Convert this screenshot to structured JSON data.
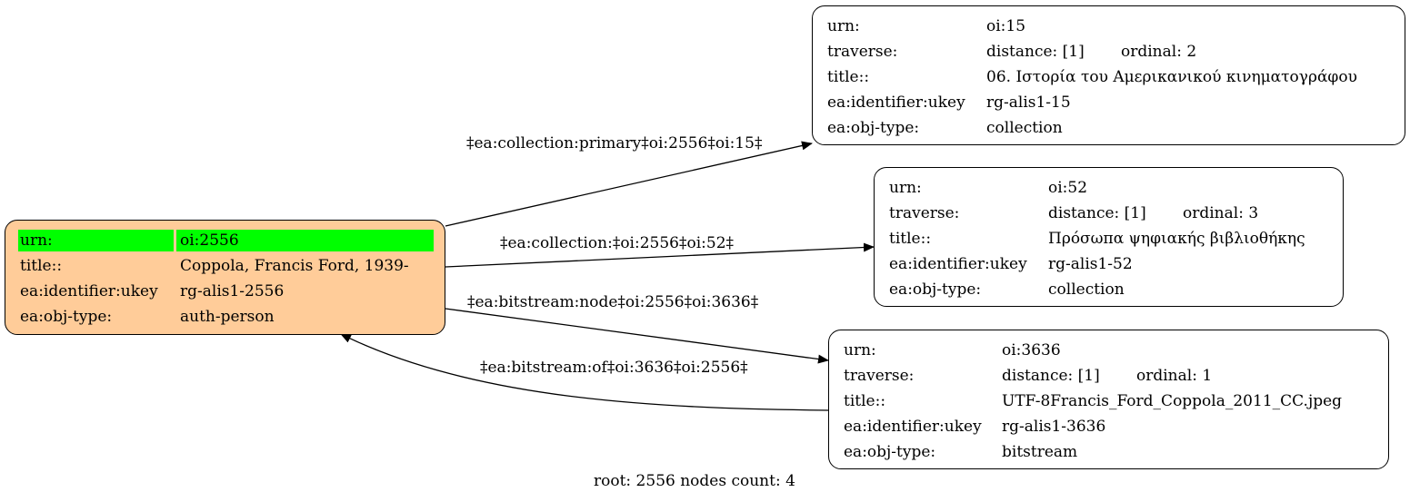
{
  "nodes": {
    "root": {
      "rows": [
        {
          "key": "urn:",
          "value": "oi:2556"
        },
        {
          "key": "title::",
          "value": "Coppola, Francis Ford, 1939-"
        },
        {
          "key": "ea:identifier:ukey",
          "value": "rg-alis1-2556"
        },
        {
          "key": "ea:obj-type:",
          "value": "auth-person"
        }
      ]
    },
    "n15": {
      "rows": [
        {
          "key": "urn:",
          "value": "oi:15"
        },
        {
          "key": "traverse:",
          "value": "distance: [1]",
          "value2": "ordinal: 2"
        },
        {
          "key": "title::",
          "value": "06. Ιστορία του Αμερικανικού κινηματογράφου"
        },
        {
          "key": "ea:identifier:ukey",
          "value": "rg-alis1-15"
        },
        {
          "key": "ea:obj-type:",
          "value": "collection"
        }
      ]
    },
    "n52": {
      "rows": [
        {
          "key": "urn:",
          "value": "oi:52"
        },
        {
          "key": "traverse:",
          "value": "distance: [1]",
          "value2": "ordinal: 3"
        },
        {
          "key": "title::",
          "value": "Πρόσωπα ψηφιακής βιβλιοθήκης"
        },
        {
          "key": "ea:identifier:ukey",
          "value": "rg-alis1-52"
        },
        {
          "key": "ea:obj-type:",
          "value": "collection"
        }
      ]
    },
    "n3636": {
      "rows": [
        {
          "key": "urn:",
          "value": "oi:3636"
        },
        {
          "key": "traverse:",
          "value": "distance: [1]",
          "value2": "ordinal: 1"
        },
        {
          "key": "title::",
          "value": "UTF-8Francis_Ford_Coppola_2011_CC.jpeg"
        },
        {
          "key": "ea:identifier:ukey",
          "value": "rg-alis1-3636"
        },
        {
          "key": "ea:obj-type:",
          "value": "bitstream"
        }
      ]
    }
  },
  "edges": {
    "e15": "‡ea:collection:primary‡oi:2556‡oi:15‡",
    "e52": "‡ea:collection:‡oi:2556‡oi:52‡",
    "e3636": "‡ea:bitstream:node‡oi:2556‡oi:3636‡",
    "eback": "‡ea:bitstream:of‡oi:3636‡oi:2556‡"
  },
  "footer": "root: 2556 nodes count: 4",
  "colors": {
    "root_fill": "#ffcc99",
    "highlight": "#00ff00",
    "stroke": "#000000"
  }
}
